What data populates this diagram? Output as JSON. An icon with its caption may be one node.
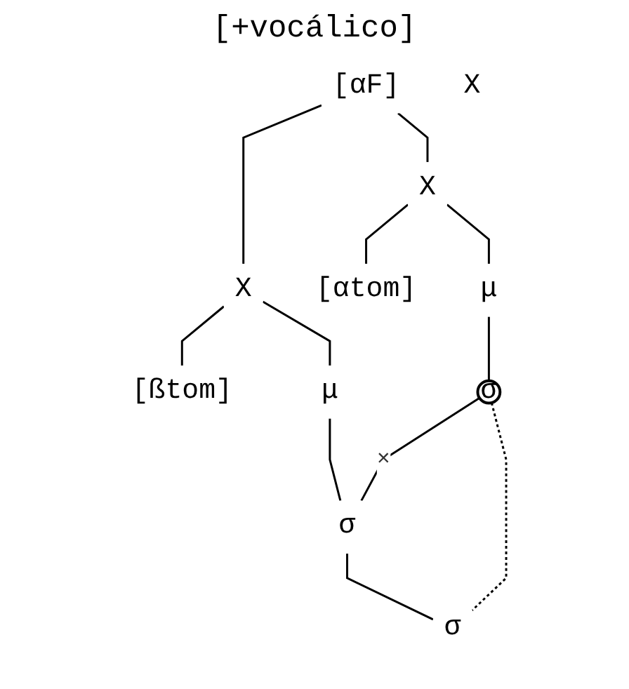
{
  "diagram": {
    "title": "[+vocálico]",
    "nodes": [
      {
        "text": [
          "[αF]"
        ]
      },
      {
        "text": [
          "X"
        ]
      },
      {
        "text": [
          "X"
        ]
      },
      {
        "text": [
          "X"
        ]
      },
      {
        "text": [
          "[αtom]"
        ]
      },
      {
        "text": [
          "[ßtom]"
        ]
      },
      {
        "text": [
          "μ"
        ]
      },
      {
        "text": [
          "μ"
        ]
      },
      {
        "text": [
          "σ"
        ]
      },
      {
        "text": [
          "σ"
        ]
      },
      {
        "text": [
          "σ"
        ]
      }
    ],
    "edges": [
      {
        "from": 0,
        "to": 1,
        "arrow": "none"
      },
      {
        "from": 0,
        "to": 3,
        "arrow": "none"
      },
      {
        "from": 1,
        "to": 4,
        "arrow": "none"
      },
      {
        "from": 1,
        "to": 6,
        "arrow": "none"
      },
      {
        "from": 3,
        "to": 7,
        "arrow": "none"
      },
      {
        "from": 3,
        "to": 5,
        "arrow": "none"
      },
      {
        "from": 6,
        "to": 8,
        "arrow": "none"
      },
      {
        "from": 7,
        "to": 9,
        "arrow": "none"
      },
      {
        "from": 8,
        "to": 9,
        "arrow": "none",
        "label": "×"
      },
      {
        "from": 9,
        "to": 10,
        "arrow": "none"
      },
      {
        "from": 8,
        "to": 10,
        "arrow": "none",
        "style": "dashed"
      }
    ]
  }
}
